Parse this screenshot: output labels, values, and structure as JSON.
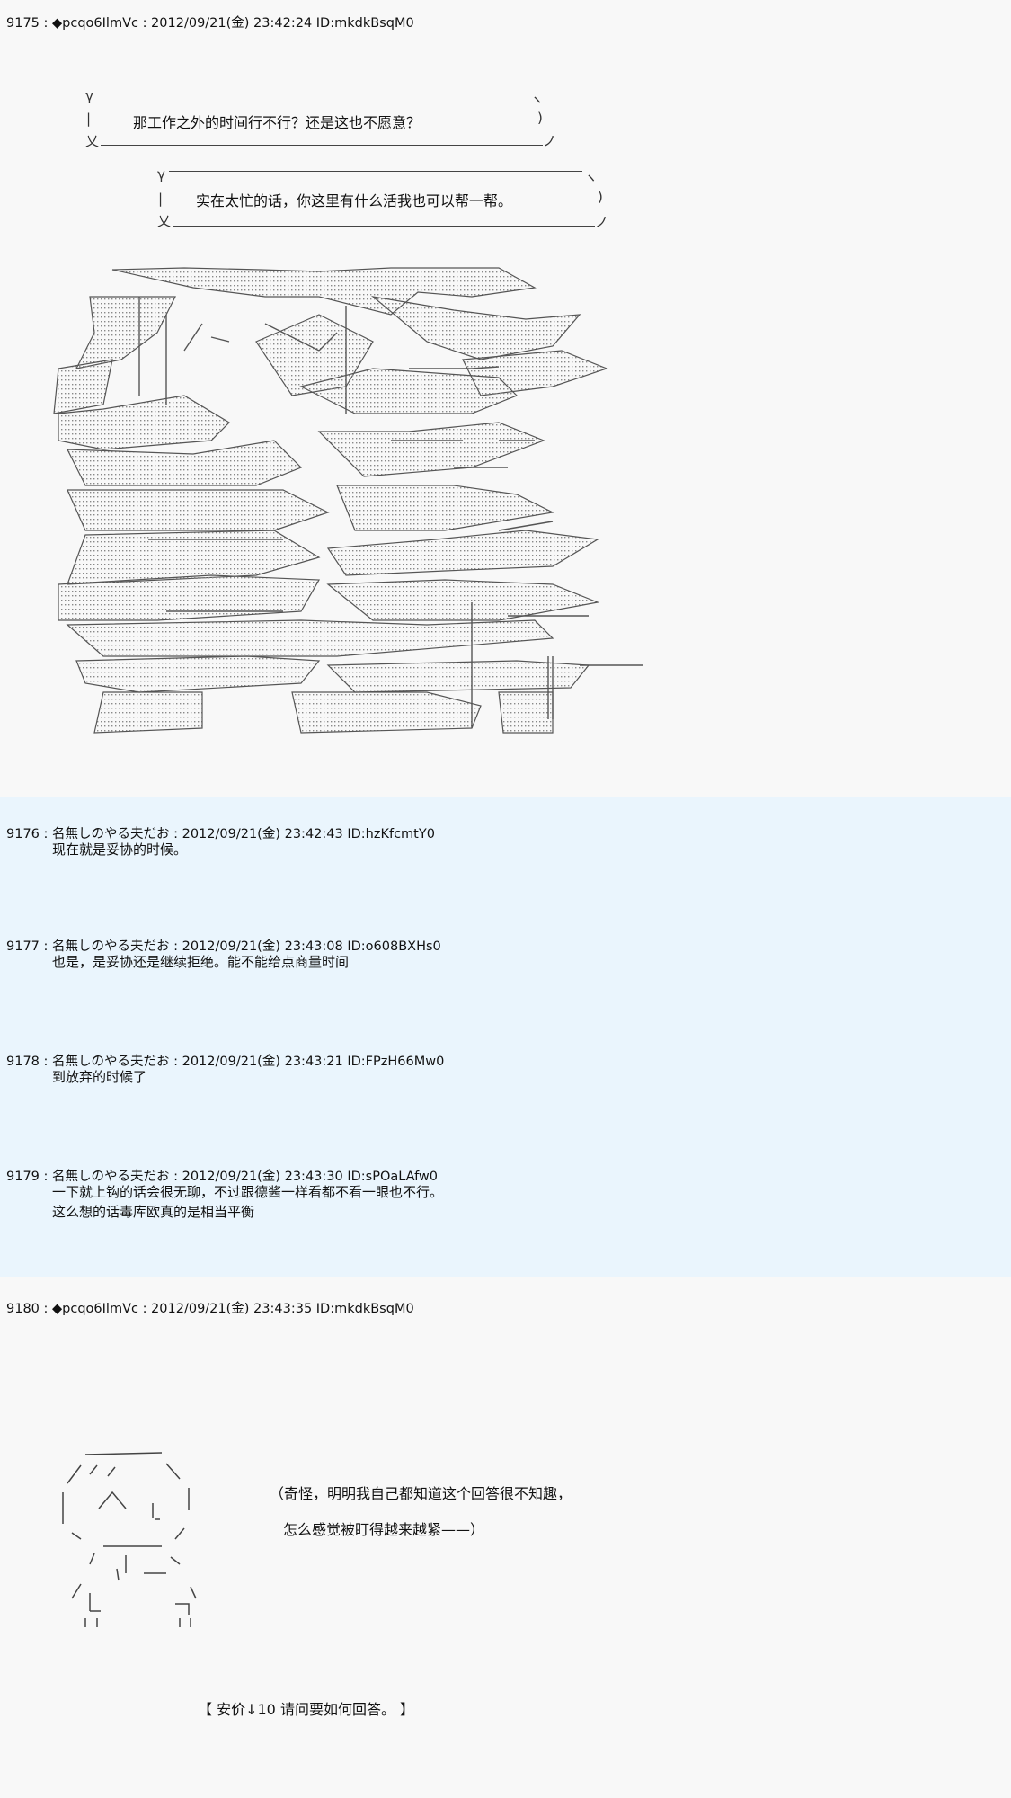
{
  "posts": [
    {
      "header": "9175 : ◆pcqo6IlmVc : 2012/09/21(金) 23:42:24 ID:mkdkBsqM0"
    },
    {
      "header": "9176 : 名無しのやる夫だお : 2012/09/21(金) 23:42:43 ID:hzKfcmtY0",
      "lines": [
        "现在就是妥协的时候。"
      ]
    },
    {
      "header": "9177 : 名無しのやる夫だお : 2012/09/21(金) 23:43:08 ID:o608BXHs0",
      "lines": [
        "也是，是妥协还是继续拒绝。能不能给点商量时间"
      ]
    },
    {
      "header": "9178 : 名無しのやる夫だお : 2012/09/21(金) 23:43:21 ID:FPzH66Mw0",
      "lines": [
        "到放弃的时候了"
      ]
    },
    {
      "header": "9179 : 名無しのやる夫だお : 2012/09/21(金) 23:43:30 ID:sPOaLAfw0",
      "lines": [
        "一下就上钩的话会很无聊，不过跟德酱一样看都不看一眼也不行。",
        "这么想的话毒库欧真的是相当平衡"
      ]
    },
    {
      "header": "9180 : ◆pcqo6IlmVc : 2012/09/21(金) 23:43:35 ID:mkdkBsqM0"
    }
  ],
  "bubble1": "那工作之外的时间行不行？还是这也不愿意？",
  "bubble2": "实在太忙的话，你这里有什么活我也可以帮一帮。",
  "thought_line1": "（奇怪，明明我自己都知道这个回答很不知趣，",
  "thought_line2": "怎么感觉被盯得越来越紧——）",
  "anchor": "【  安价↓10   请问要如何回答。 】"
}
